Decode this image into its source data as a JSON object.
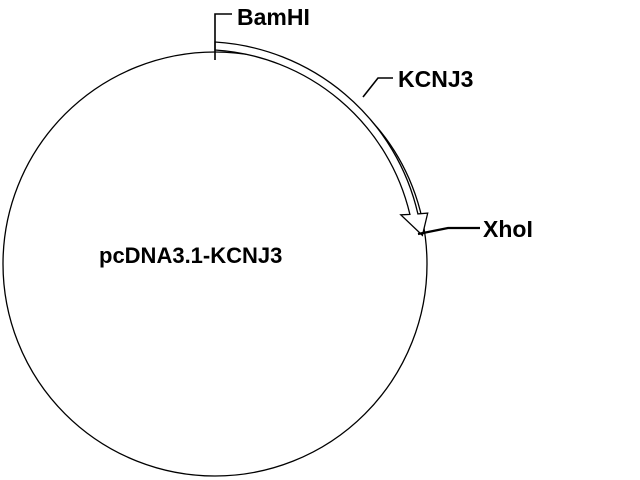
{
  "plasmid": {
    "name": "pcDNA3.1-KCNJ3",
    "insert_label": "KCNJ3",
    "sites": {
      "start": "BamHI",
      "end": "XhoI"
    }
  },
  "colors": {
    "line": "#000000",
    "background": "#ffffff"
  }
}
